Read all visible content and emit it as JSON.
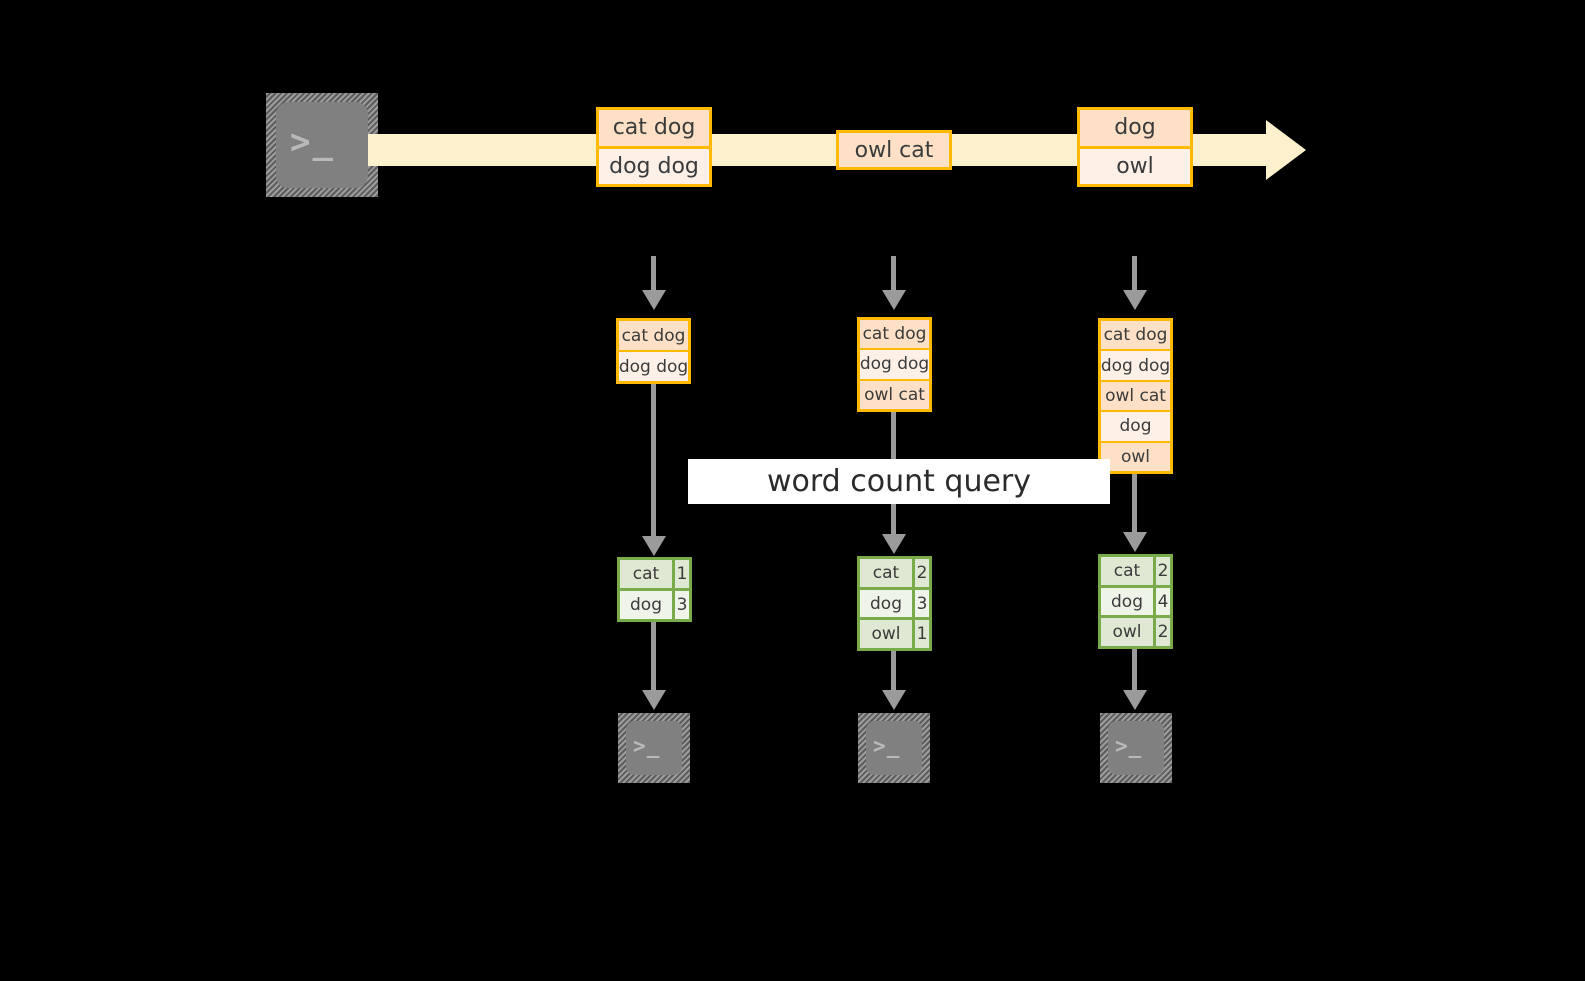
{
  "diagram": {
    "title": "word count query",
    "colors": {
      "background": "#000000",
      "stream_fill": "#fdf0cd",
      "event_border": "#ffb900",
      "event_fill_dark": "#fde0c6",
      "event_fill_light": "#fdf1e7",
      "table_border": "#7aab4b",
      "table_fill_dark": "#dfe8d2",
      "table_fill_light": "#eff4e9",
      "arrow_gray": "#9b9b9b",
      "terminal_gray": "#808080",
      "banner_fill": "#ffffff",
      "text": "#3b3b3b"
    }
  },
  "source": {
    "icon": "terminal-icon",
    "glyph": ">_"
  },
  "stream": {
    "icon": "arrow-right-icon",
    "events": [
      {
        "lines": [
          "cat dog",
          "dog dog"
        ]
      },
      {
        "lines": [
          "owl cat"
        ]
      },
      {
        "lines": [
          "dog",
          "owl"
        ]
      }
    ]
  },
  "snapshots": [
    {
      "log": [
        "cat dog",
        "dog dog"
      ],
      "result": {
        "rows": [
          {
            "word": "cat",
            "count": "1"
          },
          {
            "word": "dog",
            "count": "3"
          }
        ]
      },
      "sink": {
        "icon": "terminal-icon",
        "glyph": ">_"
      }
    },
    {
      "log": [
        "cat dog",
        "dog dog",
        "owl cat"
      ],
      "result": {
        "rows": [
          {
            "word": "cat",
            "count": "2"
          },
          {
            "word": "dog",
            "count": "3"
          },
          {
            "word": "owl",
            "count": "1"
          }
        ]
      },
      "sink": {
        "icon": "terminal-icon",
        "glyph": ">_"
      }
    },
    {
      "log": [
        "cat dog",
        "dog dog",
        "owl cat",
        "dog",
        "owl"
      ],
      "result": {
        "rows": [
          {
            "word": "cat",
            "count": "2"
          },
          {
            "word": "dog",
            "count": "4"
          },
          {
            "word": "owl",
            "count": "2"
          }
        ]
      },
      "sink": {
        "icon": "terminal-icon",
        "glyph": ">_"
      }
    }
  ]
}
